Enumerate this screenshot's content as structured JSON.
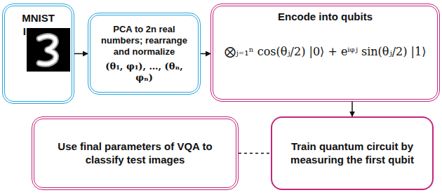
{
  "diagram": {
    "nodes": [
      {
        "text": [
          "MNIST Image"
        ]
      },
      {
        "text": [
          "PCA to 2n real numbers; rearrange and normalize",
          "(θ₁, φ₁), …, (θₙ, φₙ)"
        ]
      },
      {
        "text": [
          "Encode into qubits",
          "⨂ⱼ₌₁ⁿ cos(θⱼ/2) |0⟩ + eⁱᵠʲ sin(θⱼ/2) |1⟩"
        ]
      },
      {
        "text": [
          "Train quantum circuit by measuring the first qubit"
        ]
      },
      {
        "text": [
          "Use final parameters of VQA to classify test images"
        ]
      }
    ],
    "edges": [
      {
        "from": 0,
        "to": 1,
        "arrow": "to"
      },
      {
        "from": 1,
        "to": 2,
        "arrow": "to"
      },
      {
        "from": 2,
        "to": 3,
        "arrow": "to"
      },
      {
        "from": 4,
        "to": 3,
        "arrow": "none"
      }
    ]
  }
}
